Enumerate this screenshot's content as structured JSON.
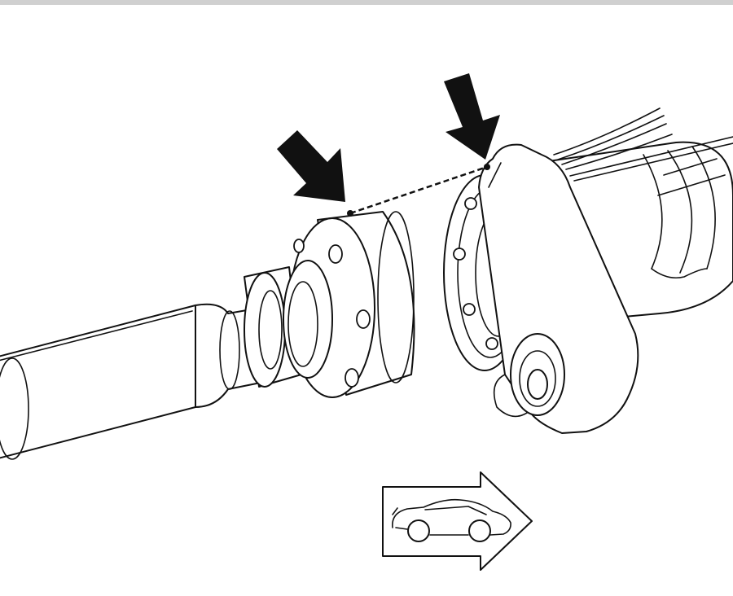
{
  "figure": {
    "background": "#ffffff",
    "line_color": "#111111",
    "frame_top_color": "#d0d0d0",
    "parts": [
      "propeller-shaft",
      "shaft-flange",
      "companion-flange",
      "differential-housing"
    ],
    "indicators": [
      "arrow-icon",
      "alignment-mark",
      "front-direction-arrow-icon",
      "vehicle-icon"
    ]
  }
}
